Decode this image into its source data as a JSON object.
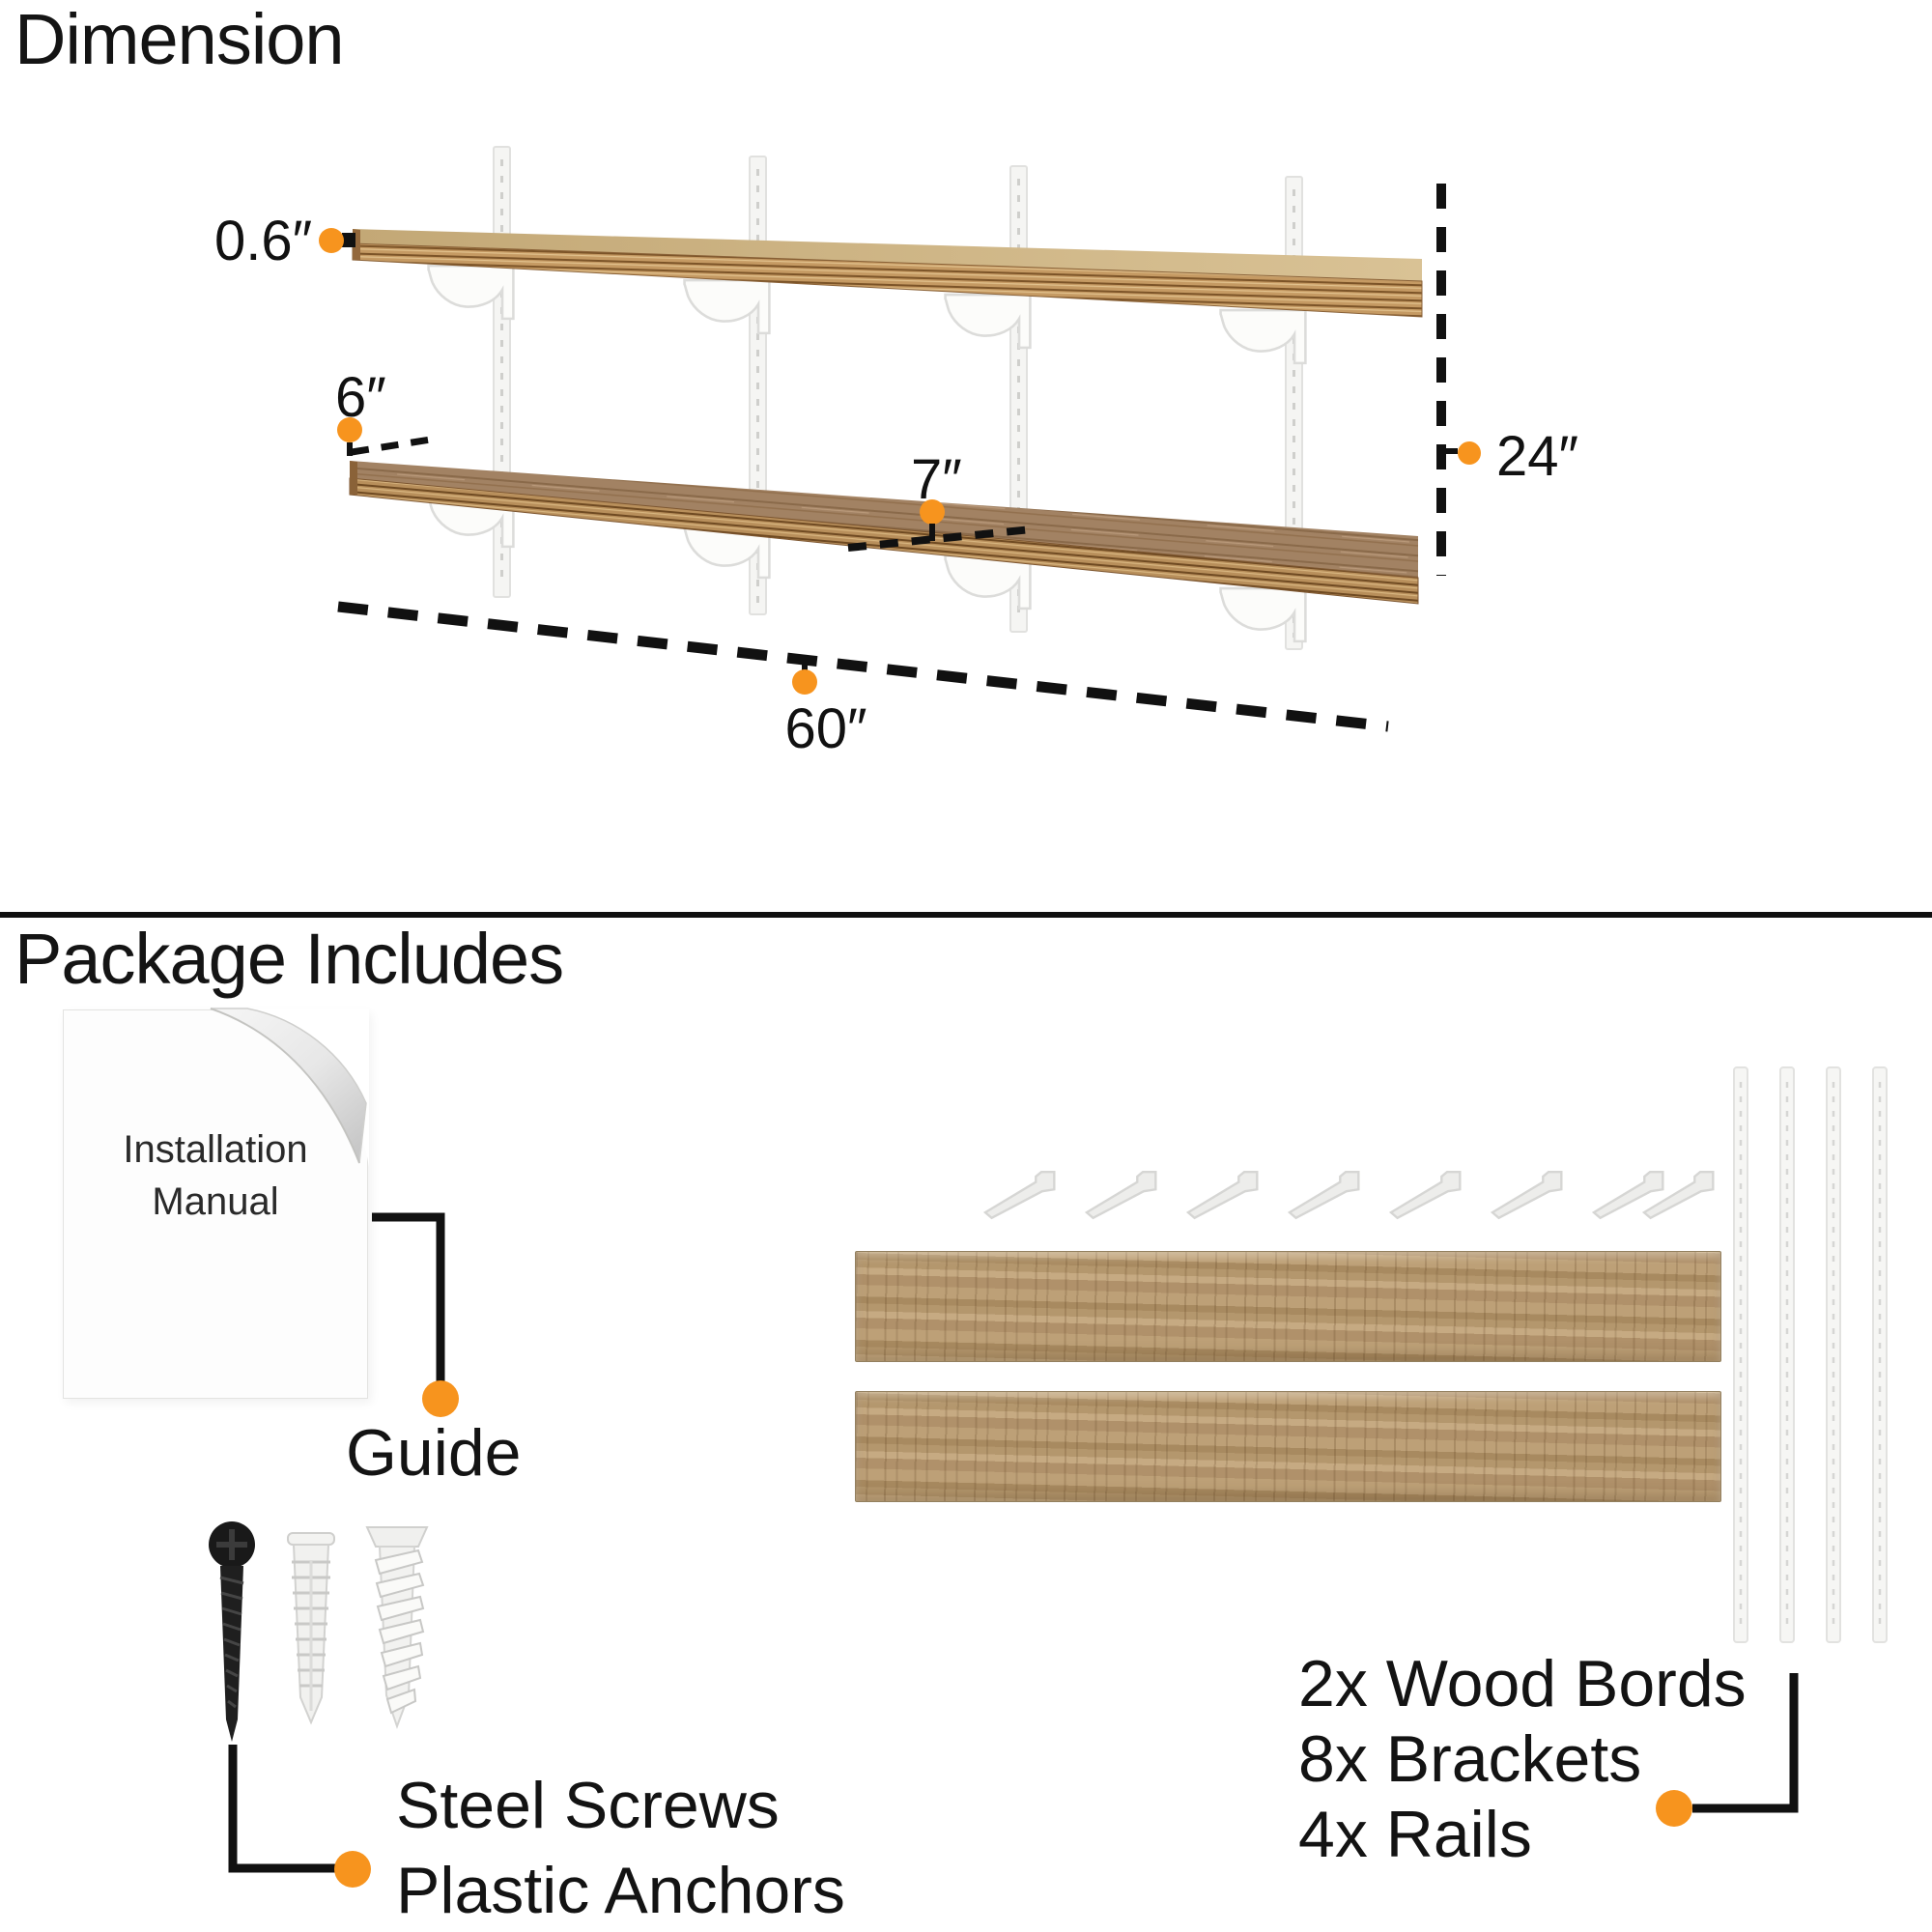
{
  "colors": {
    "accent": "#f7941e",
    "ink": "#141414",
    "wood_light": "#c2a477",
    "wood_dark": "#a08060",
    "rail_white": "#f5f5f3"
  },
  "dimension_section": {
    "title": "Dimension",
    "labels": {
      "thickness": "0.6″",
      "depth": "6″",
      "bracket_offset": "7″",
      "height": "24″",
      "width": "60″"
    }
  },
  "package_section": {
    "title": "Package Includes",
    "manual": {
      "line1": "Installation",
      "line2": "Manual",
      "label": "Guide"
    },
    "fasteners": {
      "line1": "Steel Screws",
      "line2": "Plastic Anchors"
    },
    "contents": [
      "2x Wood Bords",
      "8x Brackets",
      "4x Rails"
    ]
  }
}
